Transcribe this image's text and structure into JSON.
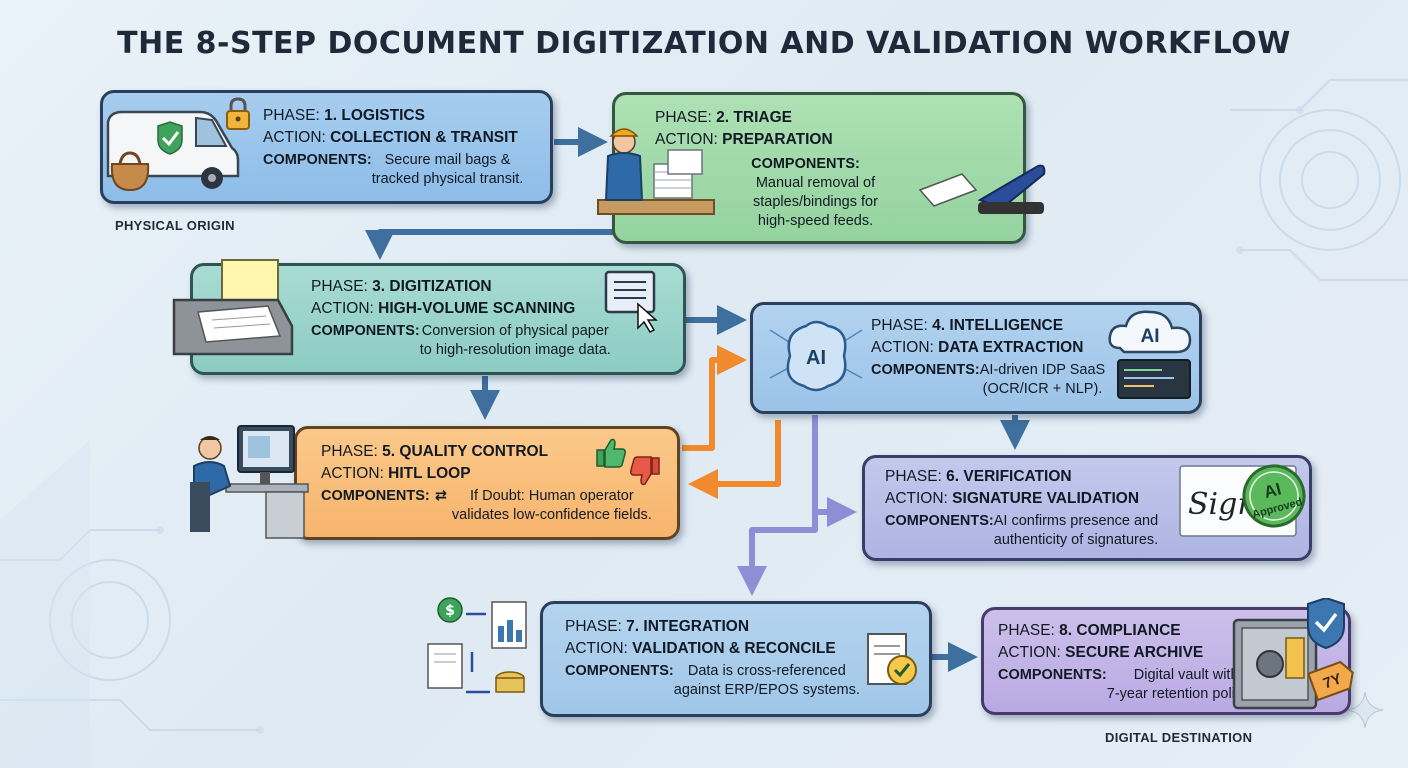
{
  "title": "THE 8-STEP DOCUMENT DIGITIZATION AND VALIDATION WORKFLOW",
  "labels": {
    "origin": "PHYSICAL ORIGIN",
    "destination": "DIGITAL DESTINATION"
  },
  "steps": [
    {
      "phase_key": "PHASE: ",
      "phase": "1. LOGISTICS",
      "action_key": "ACTION: ",
      "action": "COLLECTION & TRANSIT",
      "components_key": "COMPONENTS: ",
      "components_line1": "Secure mail bags &",
      "components_line2": "tracked physical transit.",
      "color": "#a7cdef"
    },
    {
      "phase_key": "PHASE: ",
      "phase": "2. TRIAGE",
      "action_key": "ACTION: ",
      "action": "PREPARATION",
      "components_key": "COMPONENTS:",
      "components_line1": "Manual removal of",
      "components_line2": "staples/bindings for",
      "components_line3": "high-speed feeds.",
      "color": "#aee0b4"
    },
    {
      "phase_key": "PHASE: ",
      "phase": "3. DIGITIZATION",
      "action_key": "ACTION: ",
      "action": "HIGH-VOLUME SCANNING",
      "components_key": "COMPONENTS: ",
      "components_line1": "Conversion of physical paper",
      "components_line2": "to high-resolution image data.",
      "color": "#a8dbd3"
    },
    {
      "phase_key": "PHASE: ",
      "phase": "4. INTELLIGENCE",
      "action_key": "ACTION: ",
      "action": "DATA EXTRACTION",
      "components_key": "COMPONENTS: ",
      "components_line1": "AI-driven IDP SaaS",
      "components_line2": "(OCR/ICR + NLP).",
      "icon_text": "AI",
      "color": "#b2d3ef"
    },
    {
      "phase_key": "PHASE: ",
      "phase": "5. QUALITY CONTROL",
      "action_key": "ACTION: ",
      "action": "HITL LOOP",
      "components_key": "COMPONENTS: ",
      "components_line1": "If Doubt: Human operator",
      "components_line2": "validates low-confidence fields.",
      "color": "#fbc98b"
    },
    {
      "phase_key": "PHASE: ",
      "phase": "6. VERIFICATION",
      "action_key": "ACTION: ",
      "action": "SIGNATURE VALIDATION",
      "components_key": "COMPONENTS: ",
      "components_line1": "AI confirms presence and",
      "components_line2": "authenticity of signatures.",
      "stamp_top": "AI",
      "stamp_bottom": "Approved",
      "signature": "Signa",
      "color": "#c3c9ec"
    },
    {
      "phase_key": "PHASE: ",
      "phase": "7. INTEGRATION",
      "action_key": "ACTION: ",
      "action": "VALIDATION & RECONCILE",
      "components_key": "COMPONENTS: ",
      "components_line1": "Data is cross-referenced",
      "components_line2": "against ERP/EPOS systems.",
      "color": "#b4d4ee"
    },
    {
      "phase_key": "PHASE: ",
      "phase": "8. COMPLIANCE",
      "action_key": "ACTION: ",
      "action": "SECURE ARCHIVE",
      "components_key": "COMPONENTS: ",
      "components_line1": "Digital vault with a",
      "components_line2": "7-year retention policy tag.",
      "tag_text": "7Y",
      "color": "#ccc0ea"
    }
  ],
  "icons": {
    "c1": [
      "delivery-van-icon",
      "padlock-icon",
      "mail-bag-icon",
      "shield-check-icon"
    ],
    "c2": [
      "worker-icon",
      "paper-stack-icon",
      "stapler-icon",
      "staple-remover-icon"
    ],
    "c3": [
      "document-scanner-icon",
      "screen-cursor-icon"
    ],
    "c4": [
      "ai-brain-icon",
      "cloud-ai-icon",
      "code-window-icon"
    ],
    "c5": [
      "operator-workstation-icon",
      "thumbs-up-icon",
      "thumbs-down-icon",
      "loop-icon"
    ],
    "c6": [
      "signature-icon",
      "approved-stamp-icon"
    ],
    "c7": [
      "finance-docs-icon",
      "reconcile-cycle-icon",
      "checked-document-icon"
    ],
    "c8": [
      "vault-safe-icon",
      "shield-check-icon",
      "retention-tag-icon"
    ]
  },
  "colors": {
    "accent_blue": "#3f6f9e",
    "loop_orange": "#f08a2c",
    "arrow_purple": "#8c8fd6"
  }
}
